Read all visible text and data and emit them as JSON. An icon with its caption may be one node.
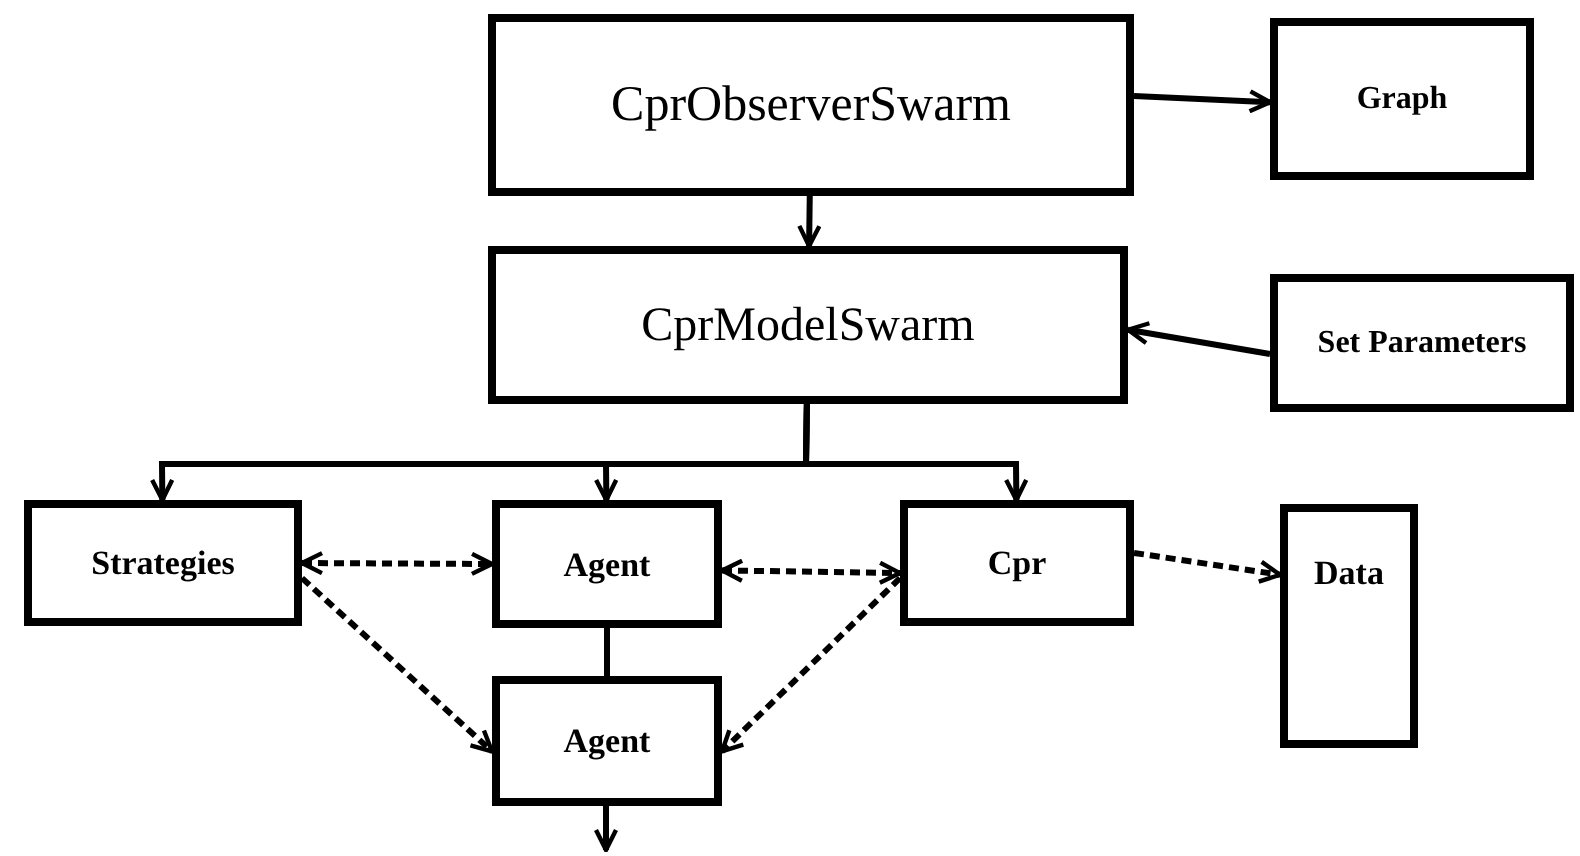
{
  "diagram": {
    "nodes": [
      {
        "text": [
          "CprObserverSwarm"
        ]
      },
      {
        "text": [
          "Graph"
        ]
      },
      {
        "text": [
          "CprModelSwarm"
        ]
      },
      {
        "text": [
          "Set Parameters"
        ]
      },
      {
        "text": [
          "Strategies"
        ]
      },
      {
        "text": [
          "Agent"
        ]
      },
      {
        "text": [
          "Cpr"
        ]
      },
      {
        "text": [
          "Data"
        ]
      },
      {
        "text": [
          "Agent"
        ]
      }
    ],
    "edges": [
      {
        "from": 0,
        "to": 1,
        "arrow": "to"
      },
      {
        "from": 0,
        "to": 2,
        "arrow": "to"
      },
      {
        "from": 3,
        "to": 2,
        "arrow": "to"
      },
      {
        "from": 2,
        "to": 4,
        "arrow": "to"
      },
      {
        "from": 2,
        "to": 5,
        "arrow": "to"
      },
      {
        "from": 2,
        "to": 6,
        "arrow": "to"
      },
      {
        "from": 4,
        "to": 5,
        "arrow": "both",
        "style": "dashed"
      },
      {
        "from": 5,
        "to": 6,
        "arrow": "both",
        "style": "dashed"
      },
      {
        "from": 4,
        "to": 8,
        "arrow": "to",
        "style": "dashed"
      },
      {
        "from": 6,
        "to": 8,
        "arrow": "to",
        "style": "dashed"
      },
      {
        "from": 5,
        "to": 8,
        "arrow": "none"
      },
      {
        "from": 6,
        "to": 7,
        "arrow": "to",
        "style": "dashed"
      },
      {
        "from": 8,
        "to": null,
        "arrow": "to"
      }
    ]
  }
}
